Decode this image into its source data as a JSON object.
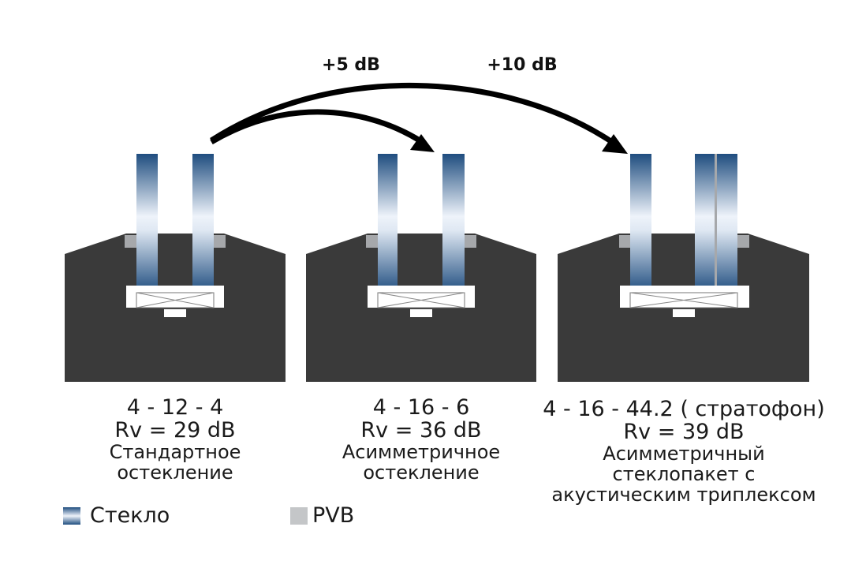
{
  "gains": {
    "first": "+5 dB",
    "second": "+10 dB"
  },
  "units": [
    {
      "spec": "4 - 12 - 4",
      "rv": "Rv = 29 dB",
      "desc_line1": "Стандартное",
      "desc_line2": "остекление"
    },
    {
      "spec": "4 - 16 - 6",
      "rv": "Rv = 36 dB",
      "desc_line1": "Асимметричное",
      "desc_line2": "остекление"
    },
    {
      "spec": "4 - 16 - 44.2 ( стратофон)",
      "rv": "Rv = 39 dB",
      "desc_line1": "Асимметричный",
      "desc_line2": "стеклопакет с",
      "desc_line3": "акустическим триплексом"
    }
  ],
  "legend": {
    "glass": "Стекло",
    "pvb": "PVB"
  },
  "colors": {
    "frame": "#3a3a3a",
    "pvb": "#a6a8ab",
    "glass_dark": "#1f4d7f",
    "glass_light": "#f2f6fb",
    "legend_pvb": "#c4c6c8"
  }
}
